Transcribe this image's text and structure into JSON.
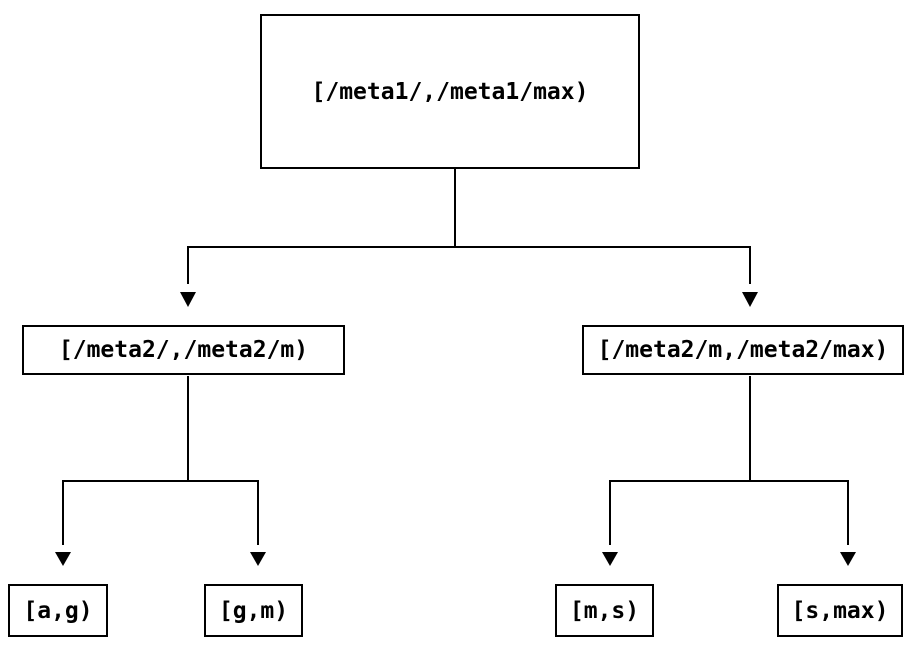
{
  "diagram": {
    "type": "tree",
    "colors": {
      "background": "#ffffff",
      "line": "#000000",
      "text": "#000000"
    },
    "nodes": {
      "root": {
        "label": "[/meta1/,/meta1/max)"
      },
      "l2_left": {
        "label": "[/meta2/,/meta2/m)"
      },
      "l2_right": {
        "label": "[/meta2/m,/meta2/max)"
      },
      "leaf_ag": {
        "label": "[a,g)"
      },
      "leaf_gm": {
        "label": "[g,m)"
      },
      "leaf_ms": {
        "label": "[m,s)"
      },
      "leaf_smax": {
        "label": "[s,max)"
      }
    },
    "edges": [
      {
        "from": "root",
        "to": "l2_left"
      },
      {
        "from": "root",
        "to": "l2_right"
      },
      {
        "from": "l2_left",
        "to": "leaf_ag"
      },
      {
        "from": "l2_left",
        "to": "leaf_gm"
      },
      {
        "from": "l2_right",
        "to": "leaf_ms"
      },
      {
        "from": "l2_right",
        "to": "leaf_smax"
      }
    ]
  }
}
